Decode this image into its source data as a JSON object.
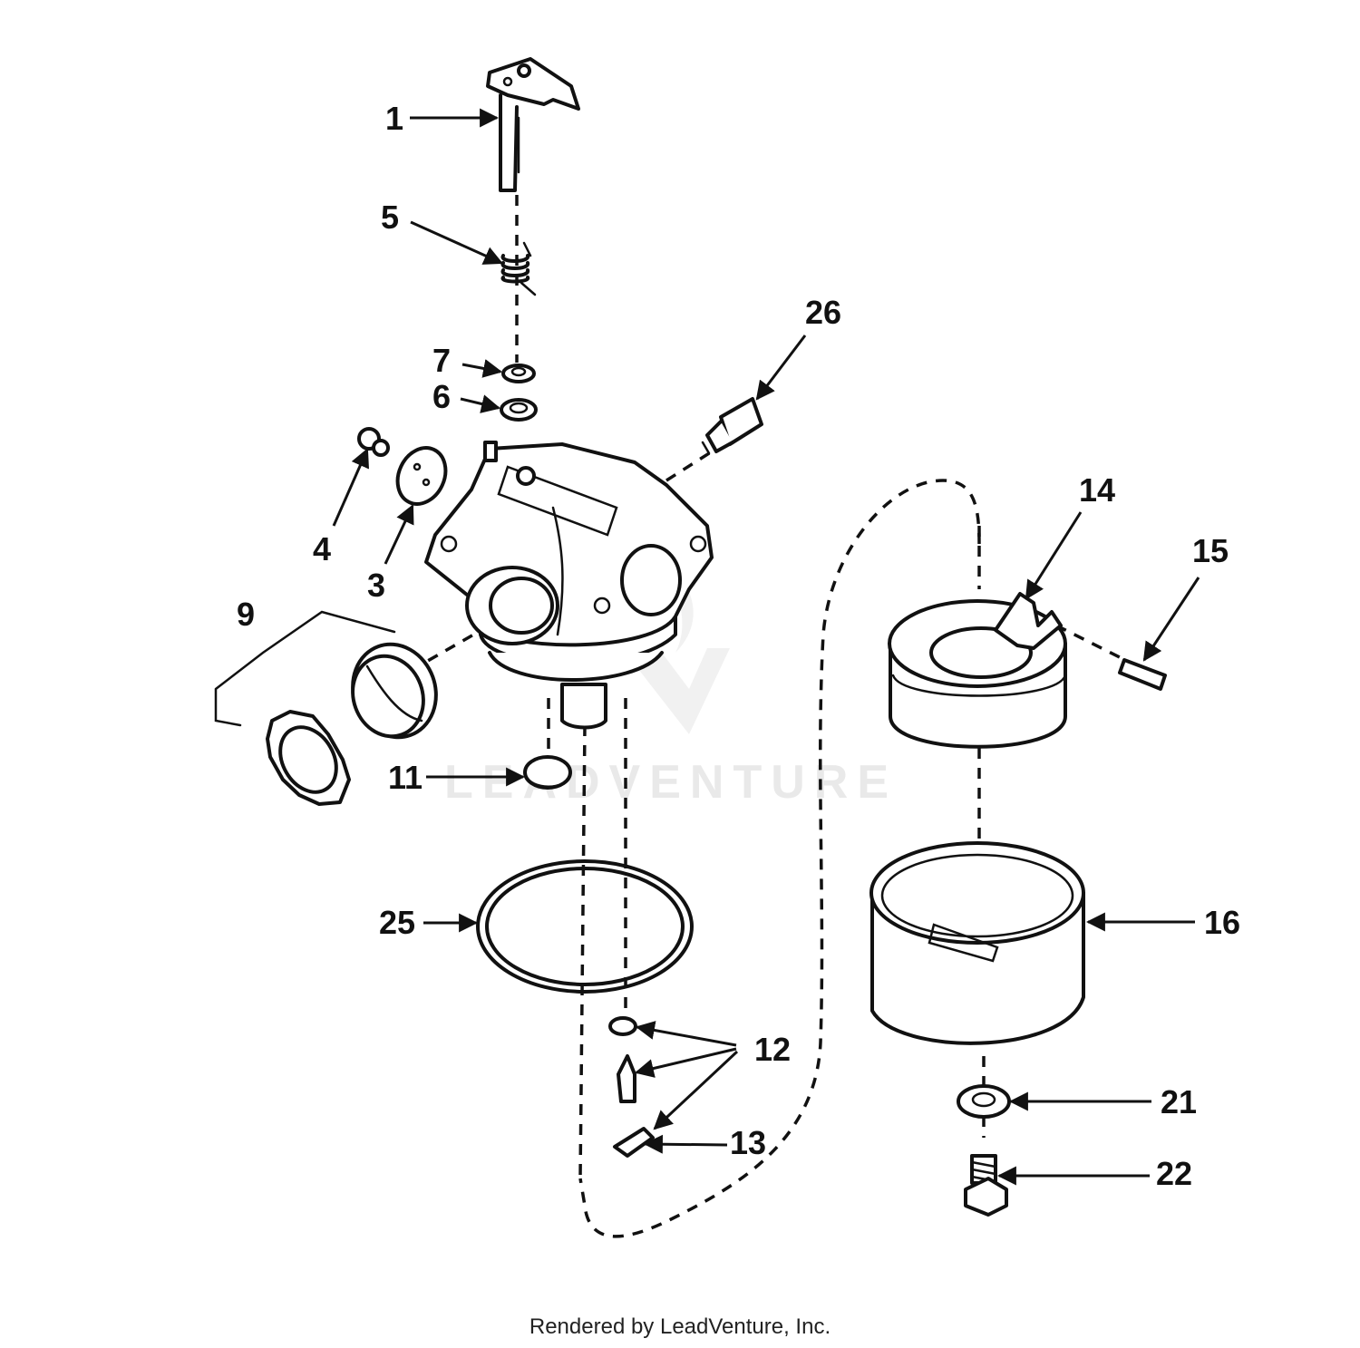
{
  "diagram": {
    "callouts": {
      "c1": "1",
      "c3": "3",
      "c4": "4",
      "c5": "5",
      "c6": "6",
      "c7": "7",
      "c9": "9",
      "c11": "11",
      "c12": "12",
      "c13": "13",
      "c14": "14",
      "c15": "15",
      "c16": "16",
      "c21": "21",
      "c22": "22",
      "c25": "25",
      "c26": "26"
    },
    "watermark": "LEADVENTURE",
    "credit": "Rendered by LeadVenture, Inc."
  }
}
